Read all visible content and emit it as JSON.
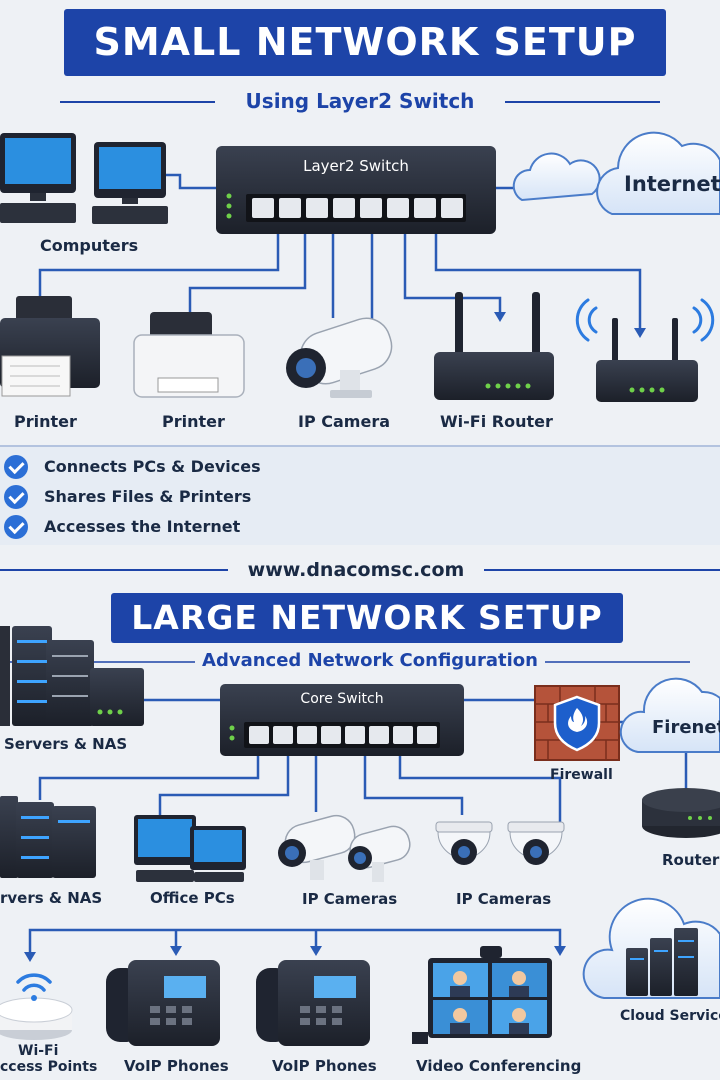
{
  "small": {
    "title": "SMALL NETWORK SETUP",
    "subtitle": "Using Layer2 Switch",
    "switch_label": "Layer2 Switch",
    "internet_label": "Internet",
    "devices": {
      "computers": "Computers",
      "printer1": "Printer",
      "printer2": "Printer",
      "camera": "IP Camera",
      "router": "Wi-Fi Router"
    },
    "benefits": [
      "Connects PCs & Devices",
      "Shares Files & Printers",
      "Accesses the Internet"
    ]
  },
  "website": "www.dnacomsc.com",
  "large": {
    "title": "LARGE NETWORK SETUP",
    "subtitle": "Advanced Network Configuration",
    "switch_label": "Core Switch",
    "cloud_label": "Firenet",
    "devices": {
      "servers_top": "Servers & NAS",
      "firewall": "Firewall",
      "router": "Router",
      "servers_mid": "rvers & NAS",
      "office_pcs": "Office PCs",
      "cameras1": "IP Cameras",
      "cameras2": "IP Cameras",
      "wifi_line1": "Wi-Fi",
      "wifi_line2": "ccess Points",
      "voip1": "VoIP Phones",
      "voip2": "VoIP Phones",
      "video": "Video Conferencing",
      "cloud_services": "Cloud Service"
    }
  },
  "colors": {
    "banner": "#1d44a8",
    "line": "#2a5bb5",
    "background": "#eef1f5"
  }
}
